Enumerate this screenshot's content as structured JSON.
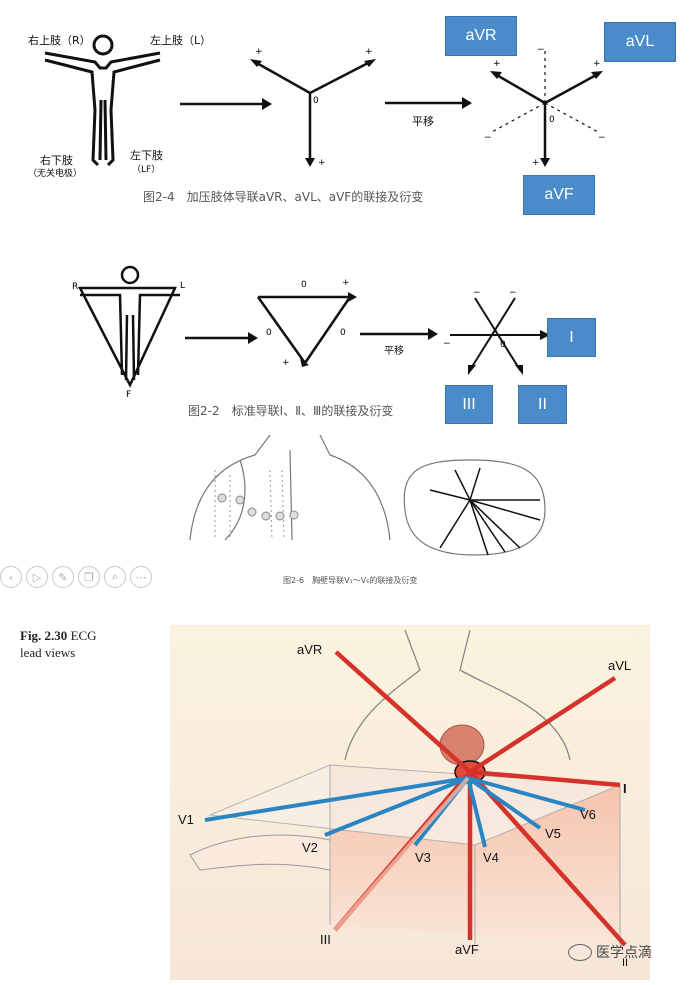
{
  "fig1": {
    "right_upper": "右上肢（R）",
    "left_upper": "左上肢（L）",
    "right_lower": "右下肢",
    "right_lower_note": "（无关电极）",
    "left_lower": "左下肢",
    "left_lower_note": "（LF）",
    "shift": "平移",
    "caption": "图2-4　加压肢体导联aVR、aVL、aVF的联接及衍变",
    "box_avr": "aVR",
    "box_avl": "aVL",
    "box_avf": "aVF"
  },
  "fig2": {
    "shift": "平移",
    "caption": "图2-2　标准导联Ⅰ、Ⅱ、Ⅲ的联接及衍变",
    "box_i": "I",
    "box_ii": "II",
    "box_iii": "III",
    "r": "R",
    "l": "L",
    "f": "F"
  },
  "fig3": {
    "caption": "图2-6　胸壁导联V₁～V₆的联接及衍变"
  },
  "toolbar": {
    "icons": [
      "back-icon",
      "play-icon",
      "pen-icon",
      "copy-icon",
      "zoom-icon",
      "more-icon"
    ]
  },
  "ecg": {
    "title_bold": "Fig. 2.30",
    "title_rest": "ECG",
    "title_line2": "lead views",
    "avr": "aVR",
    "avl": "aVL",
    "i": "I",
    "avf": "aVF",
    "iii": "III",
    "ii": "II",
    "v1": "V1",
    "v2": "V2",
    "v3": "V3",
    "v4": "V4",
    "v5": "V5",
    "v6": "V6",
    "watermark": "医学点滴"
  }
}
